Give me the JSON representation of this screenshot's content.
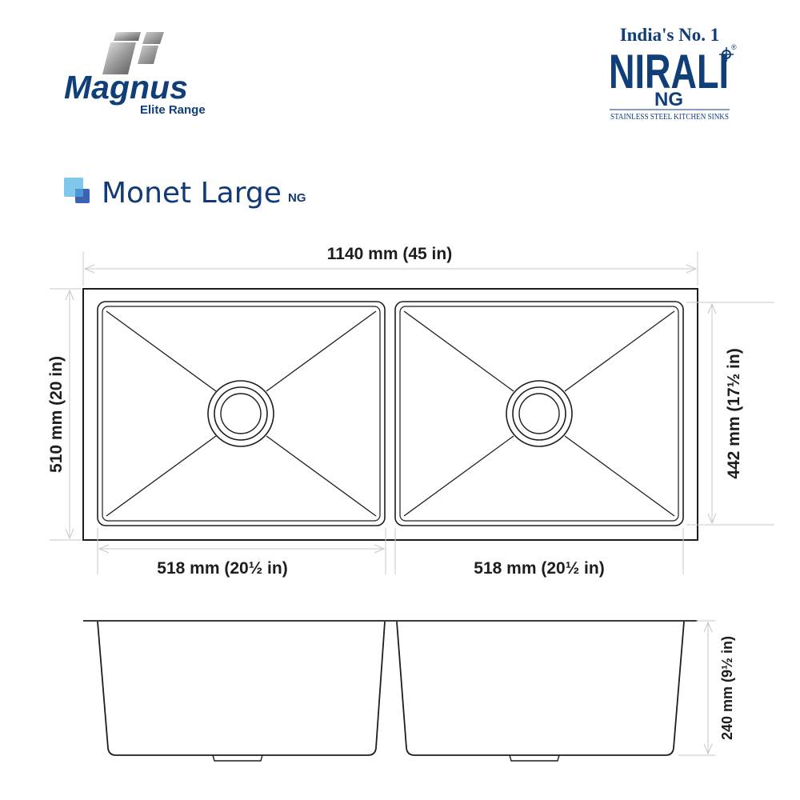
{
  "header": {
    "brand_left": {
      "name": "Magnus",
      "subtitle": "Elite Range"
    },
    "brand_right": {
      "tagline_top": "India's No. 1",
      "name": "NIRALI",
      "registered_mark": "®",
      "sub_name": "NG",
      "tagline_bottom": "STAINLESS STEEL KITCHEN SINKS"
    },
    "colors": {
      "brand_blue": "#0f3e78",
      "product_blue": "#133a78",
      "icon_light": "#7fc8ec",
      "icon_dark": "#3c62b4",
      "dimension_grey": "#c8c8c8",
      "outline_dark": "#1d1d1b"
    }
  },
  "product": {
    "name": "Monet Large",
    "suffix": "NG",
    "icon": "overlapping-squares-icon"
  },
  "dimensions": {
    "overall_width": "1140 mm (45 in)",
    "overall_height": "510 mm (20 in)",
    "bowl_left_width": "518 mm (20½ in)",
    "bowl_right_width": "518 mm (20½ in)",
    "bowl_depth_front": "442 mm (17½ in)",
    "bowl_depth": "240 mm (9½ in)"
  }
}
